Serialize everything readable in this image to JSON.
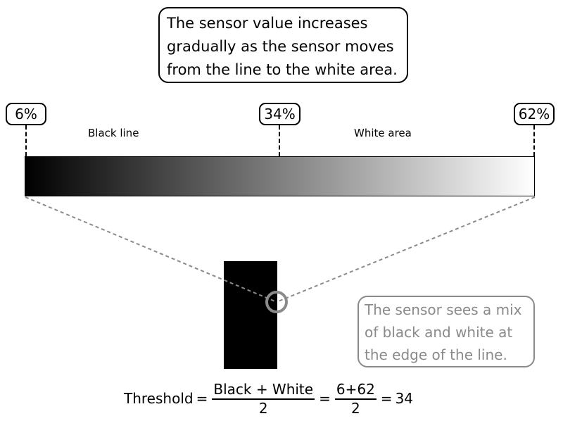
{
  "callout_top": {
    "lines": [
      "The sensor value increases",
      "gradually as the sensor moves",
      "from the line to the white area."
    ]
  },
  "scale": {
    "left_value": "6%",
    "middle_value": "34%",
    "right_value": "62%",
    "left_label": "Black line",
    "right_label": "White area"
  },
  "callout_bottom": {
    "lines": [
      "The sensor sees a mix",
      "of black and white at",
      "the edge of the line."
    ]
  },
  "formula": {
    "lhs": "Threshold",
    "eq1": "=",
    "frac1_num": "Black + White",
    "frac1_den": "2",
    "eq2": "=",
    "frac2_num": "6+62",
    "frac2_den": "2",
    "eq3": "=",
    "result": "34"
  },
  "colors": {
    "gradient_start": "#000000",
    "gradient_end": "#ffffff",
    "sensor_ring": "#8a8a8a",
    "connector": "#8a8a8a",
    "note_text": "#8a8a8a"
  }
}
